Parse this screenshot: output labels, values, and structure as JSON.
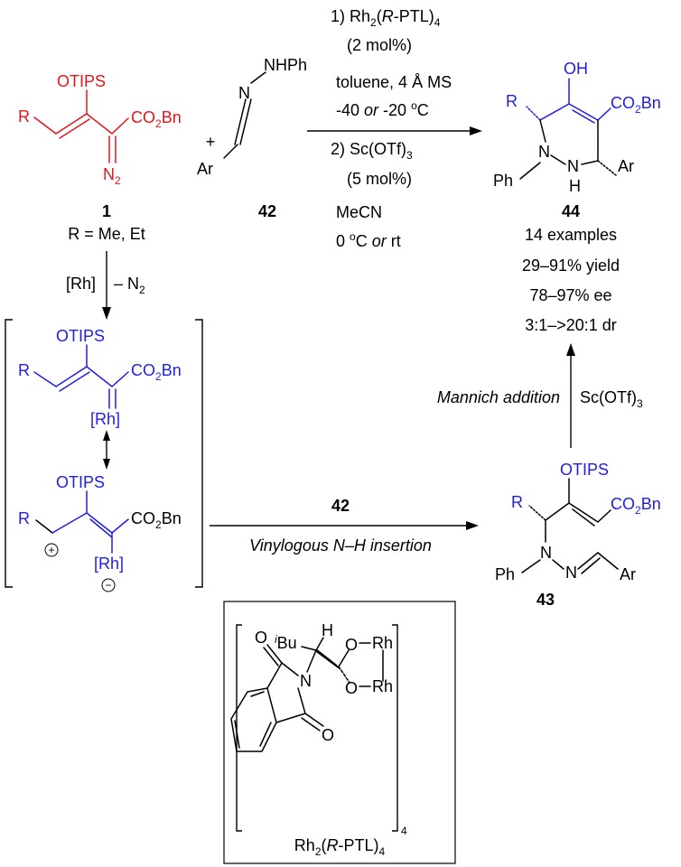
{
  "compound_1": {
    "label": "1",
    "otips": "OTIPS",
    "r": "R",
    "co2bn": "CO",
    "co2bn_sub": "2",
    "co2bn_tail": "Bn",
    "n2": "N",
    "n2_sub": "2",
    "r_def": "R = Me, Et",
    "color": "#e8141b"
  },
  "plus": "+",
  "compound_42": {
    "label": "42",
    "nhph": "NHPh",
    "n": "N",
    "ar": "Ar"
  },
  "conditions": {
    "l1_a": "1) Rh",
    "l1_sub": "2",
    "l1_b": "(",
    "l1_it": "R",
    "l1_c": "-PTL)",
    "l1_sub2": "4",
    "l2": "(2 mol%)",
    "l3": "toluene, 4 Å MS",
    "l4_a": "-40 ",
    "l4_it": "or",
    "l4_b": " -20 ",
    "l4_sup": "o",
    "l4_c": "C",
    "l5": "2) Sc(OTf)",
    "l5_sub": "3",
    "l6": "(5 mol%)",
    "l7": "MeCN",
    "l8_a": "0 ",
    "l8_sup": "o",
    "l8_b": "C ",
    "l8_it": "or",
    "l8_c": " rt"
  },
  "product_44": {
    "label": "44",
    "oh": "OH",
    "r": "R",
    "co2bn": "CO",
    "co2bn_sub": "2",
    "co2bn_tail": "Bn",
    "n1": "N",
    "n2": "N",
    "h": "H",
    "ph": "Ph",
    "ar": "Ar",
    "stats": [
      "14 examples",
      "29–91% yield",
      "78–97% ee",
      "3:1–>20:1 dr"
    ],
    "color": "#1e1ee6"
  },
  "rh_step": {
    "rh": "[Rh]",
    "minus": "– N",
    "minus_sub": "2"
  },
  "carbenoid": {
    "otips": "OTIPS",
    "r": "R",
    "co2bn": "CO",
    "co2bn_sub": "2",
    "co2bn_tail": "Bn",
    "rh": "[Rh]",
    "color": "#1e1ee6"
  },
  "zwitterion": {
    "otips": "OTIPS",
    "r": "R",
    "co2bn": "CO",
    "co2bn_sub": "2",
    "co2bn_tail": "Bn",
    "rh": "[Rh]",
    "plus": "+",
    "minus": "−"
  },
  "insertion": {
    "reagent": "42",
    "label": "Vinylogous N–H insertion"
  },
  "mannich": {
    "label": "Mannich addition",
    "reagent": "Sc(OTf)",
    "reagent_sub": "3"
  },
  "compound_43": {
    "label": "43",
    "otips": "OTIPS",
    "r": "R",
    "co2bn": "CO",
    "co2bn_sub": "2",
    "co2bn_tail": "Bn",
    "n1": "N",
    "n2": "N",
    "ph": "Ph",
    "ar": "Ar"
  },
  "catalyst": {
    "ibu_sup": "i",
    "ibu": "Bu",
    "h": "H",
    "o1": "O",
    "o2": "O",
    "o3": "O",
    "o4": "O",
    "n": "N",
    "rh1": "Rh",
    "rh2": "Rh",
    "sub4": "4",
    "name_a": "Rh",
    "name_sub": "2",
    "name_b": "(",
    "name_it": "R",
    "name_c": "-PTL)",
    "name_sub2": "4"
  }
}
